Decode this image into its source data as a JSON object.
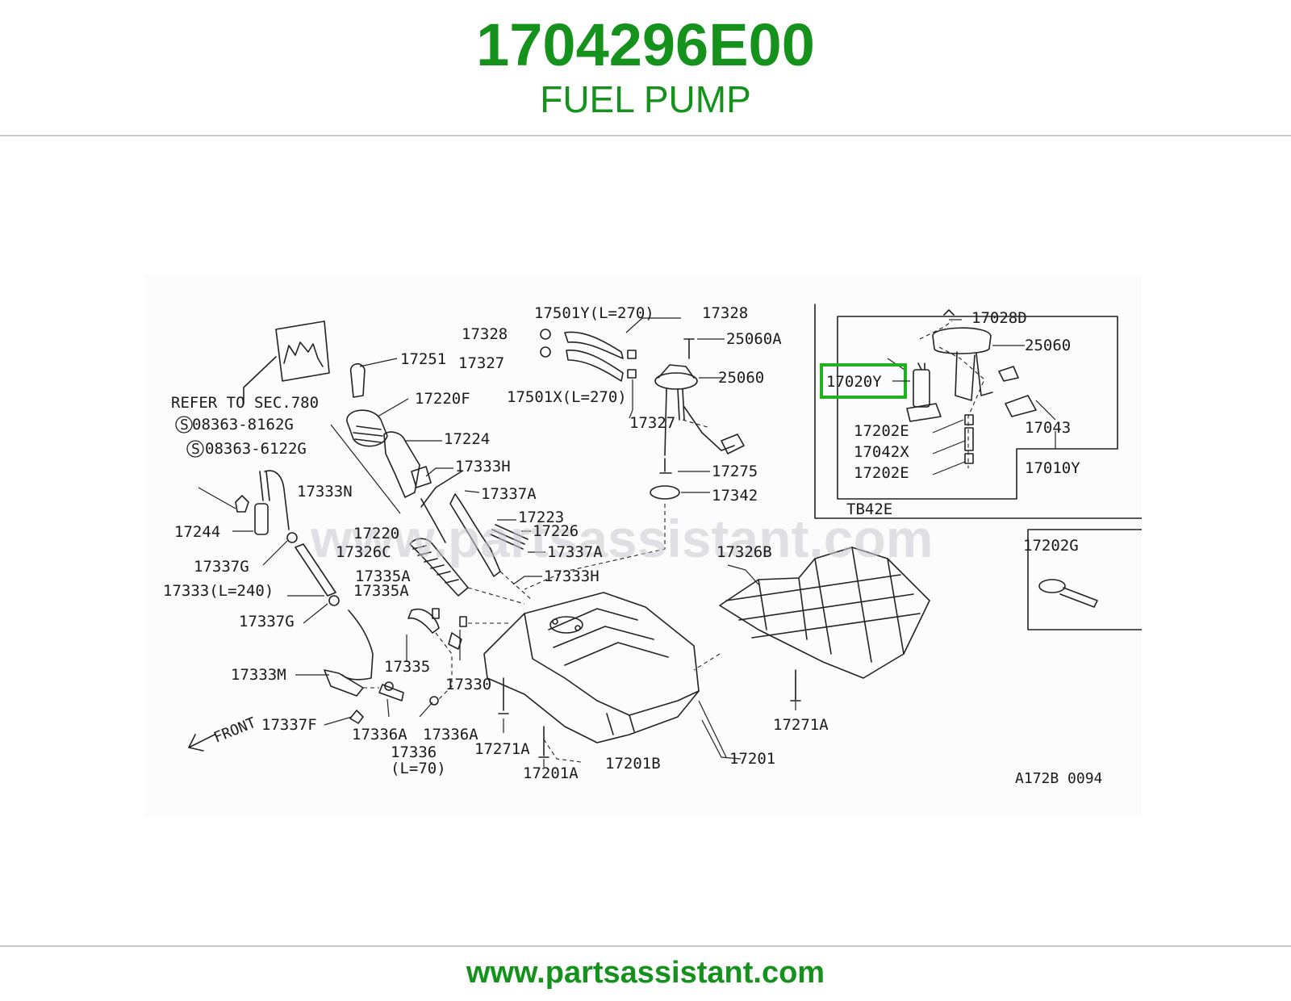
{
  "header": {
    "part_number": "1704296E00",
    "part_name": "FUEL PUMP"
  },
  "diagram": {
    "watermark": "www.partsassistant.com",
    "highlighted_part": "17020Y",
    "highlight_color": "#22b022",
    "diagram_code": "A172B 0094",
    "engine_code": "TB42E",
    "front_label": "FRONT",
    "refer_note": "REFER TO SEC.780",
    "part_labels": [
      "17328",
      "17327",
      "17501Y(L=270)",
      "17328",
      "17327",
      "17501X(L=270)",
      "25060A",
      "25060",
      "17275",
      "17342",
      "17251",
      "17220F",
      "17224",
      "17333H",
      "17337A",
      "17223",
      "17226",
      "17337A",
      "17333H",
      "17220",
      "17326C",
      "17335A",
      "17335A",
      "17335",
      "17330",
      "08363-8162G",
      "08363-6122G",
      "17333N",
      "17244",
      "17337G",
      "17333(L=240)",
      "17337G",
      "17333M",
      "17337F",
      "17336A",
      "17336A",
      "17336",
      "(L=70)",
      "17271A",
      "17201A",
      "17201B",
      "17201",
      "17326B",
      "17271A",
      "17028D",
      "25060",
      "17020Y",
      "17202E",
      "17042X",
      "17202E",
      "17043",
      "17010Y",
      "17202G"
    ]
  },
  "footer": {
    "url": "www.partsassistant.com"
  }
}
